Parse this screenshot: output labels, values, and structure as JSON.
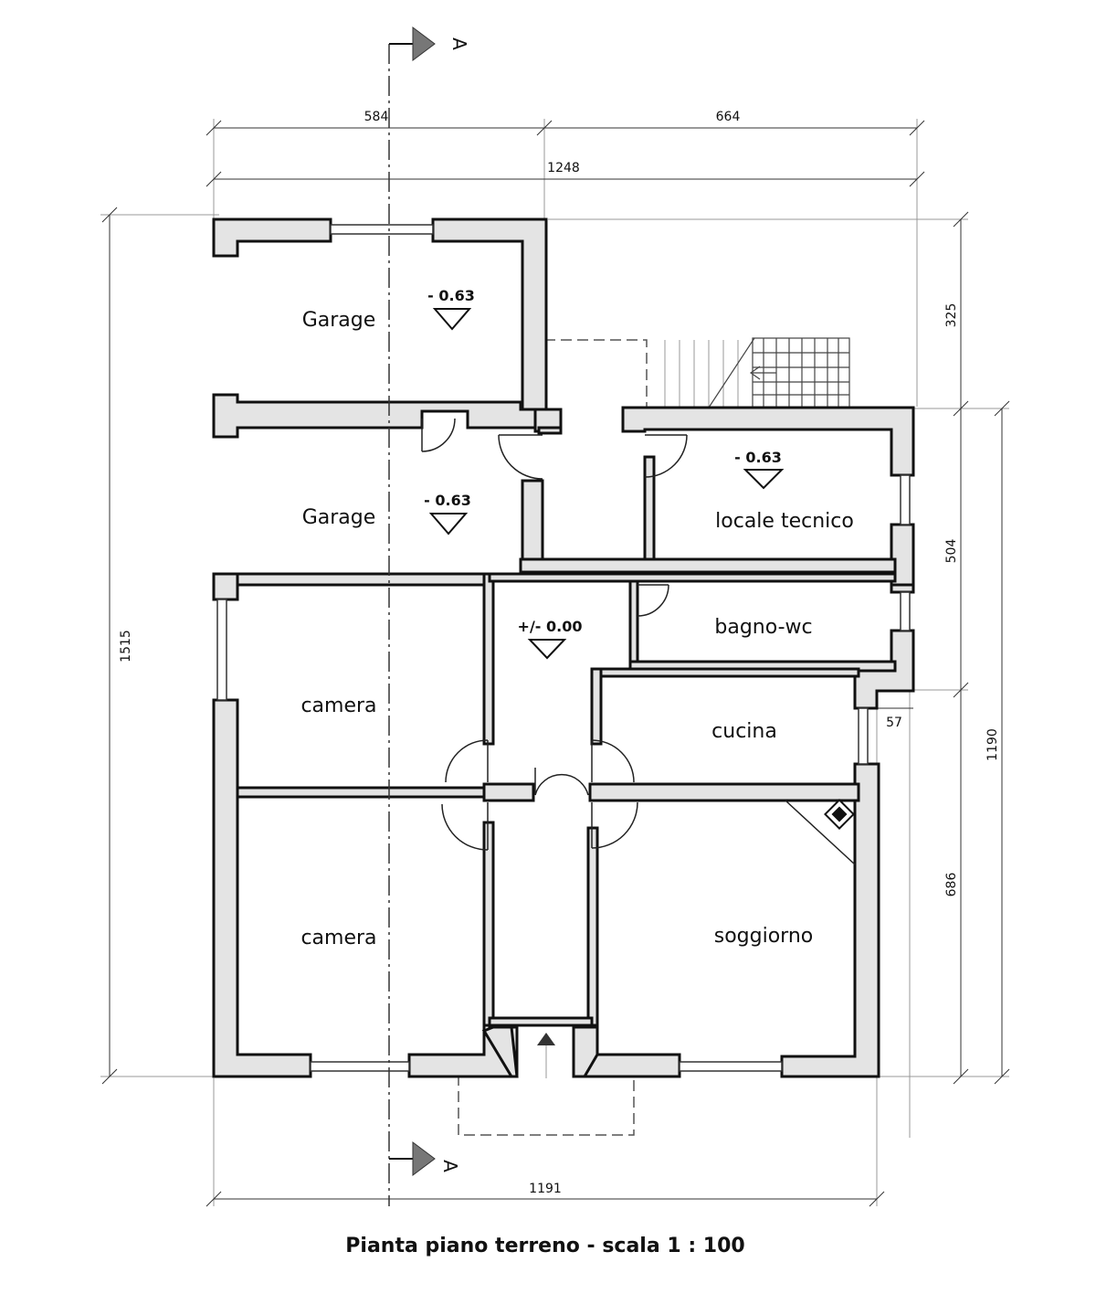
{
  "rooms": {
    "garage_top": "Garage",
    "garage_bottom": "Garage",
    "locale_tecnico": "locale tecnico",
    "bagno": "bagno-wc",
    "cucina": "cucina",
    "camera_top": "camera",
    "camera_bottom": "camera",
    "soggiorno": "soggiorno"
  },
  "levels": {
    "garage_top": "- 0.63",
    "garage_bottom": "- 0.63",
    "locale_tecnico": "- 0.63",
    "corridor": "+/- 0.00"
  },
  "dimensions": {
    "top_left": "584",
    "top_right": "664",
    "top_total": "1248",
    "left_total": "1515",
    "right_upper": "325",
    "right_mid": "504",
    "right_lower": "686",
    "right_total": "1190",
    "recess": "57",
    "bottom_total": "1191"
  },
  "section": {
    "top": "A",
    "bottom": "A"
  },
  "caption": "Pianta piano terreno - scala 1 : 100"
}
